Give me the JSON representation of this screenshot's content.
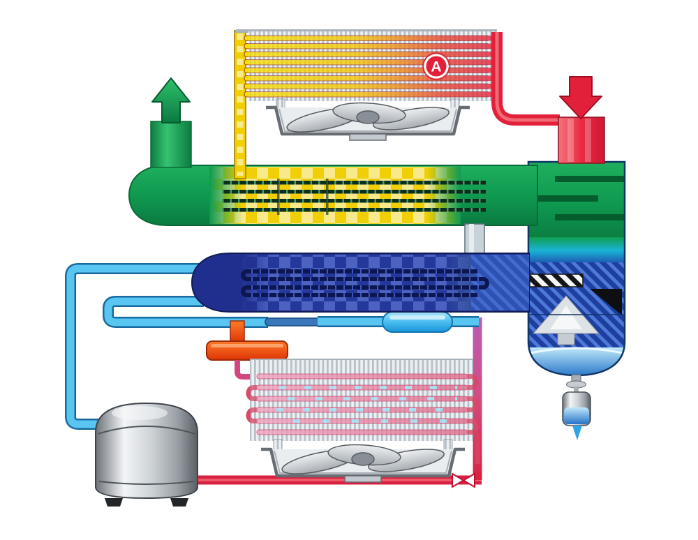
{
  "diagram": {
    "labels": {
      "point_a": "A"
    },
    "colors": {
      "background": "#ffffff",
      "hot_red": "#e2203a",
      "yellow": "#f2cf00",
      "green": "#0f9a50",
      "cyan": "#49bdf0",
      "light_blue": "#58c6f0",
      "navy": "#202f8e",
      "pink": "#e06888",
      "magenta": "#c05ab0",
      "orange": "#f05a14",
      "metal_grey": "#c6cbd0",
      "fin_grey": "#b7c0c8"
    },
    "components": [
      "condenser-coil",
      "condenser-fan",
      "hot-gas-inlet-arrow",
      "point-a-marker",
      "gas-outlet-arrow",
      "heat-exchanger-shell",
      "receiver-vessel",
      "evaporator-shell",
      "suction-line",
      "liquid-line",
      "filter-drier-capsule",
      "expansion-valve",
      "evaporator-coil",
      "evaporator-fan",
      "compressor",
      "check-valve",
      "drain-filter"
    ]
  }
}
